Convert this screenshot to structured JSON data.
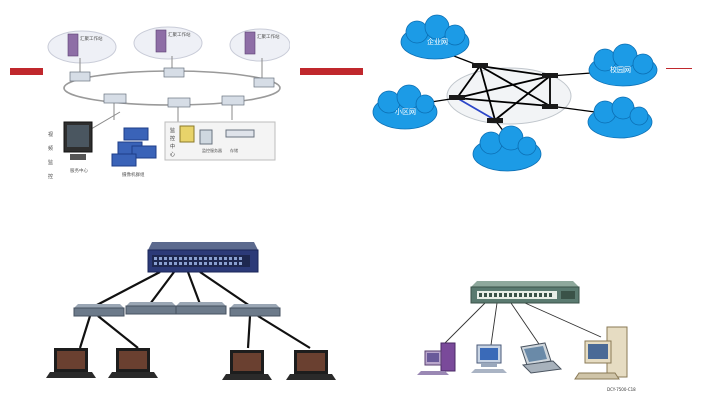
{
  "panel1": {
    "tops": [
      {
        "label": "汇聚工作站"
      },
      {
        "label": "汇聚工作站"
      },
      {
        "label": "汇聚工作站"
      }
    ],
    "left_labels": [
      "视",
      "频",
      "监",
      "控"
    ],
    "monitor_caption": "服务中心",
    "cluster_caption": "摄像机群组",
    "center_label": [
      "监",
      "控",
      "中",
      "心"
    ],
    "sub_caption_a": "监控服务器",
    "sub_caption_b": "存储"
  },
  "panel2": {
    "clouds": [
      {
        "label": "企业网"
      },
      {
        "label": "校园网"
      },
      {
        "label": "小区网"
      },
      {
        "label": ""
      },
      {
        "label": ""
      }
    ],
    "colors": {
      "cloud": "#1c9be6",
      "cloud_stroke": "#0c6fb4",
      "link": "#000000",
      "link_blue": "#2c46c8"
    }
  },
  "panel3": {
    "colors": {
      "core": "#2c3a78",
      "access": "#6c7a8a",
      "link": "#111111"
    }
  },
  "panel4": {
    "model_label": "DCY-7500-C18",
    "colors": {
      "switch": "#5a7a70"
    }
  },
  "colors": {
    "accent_red": "#c0282d"
  }
}
